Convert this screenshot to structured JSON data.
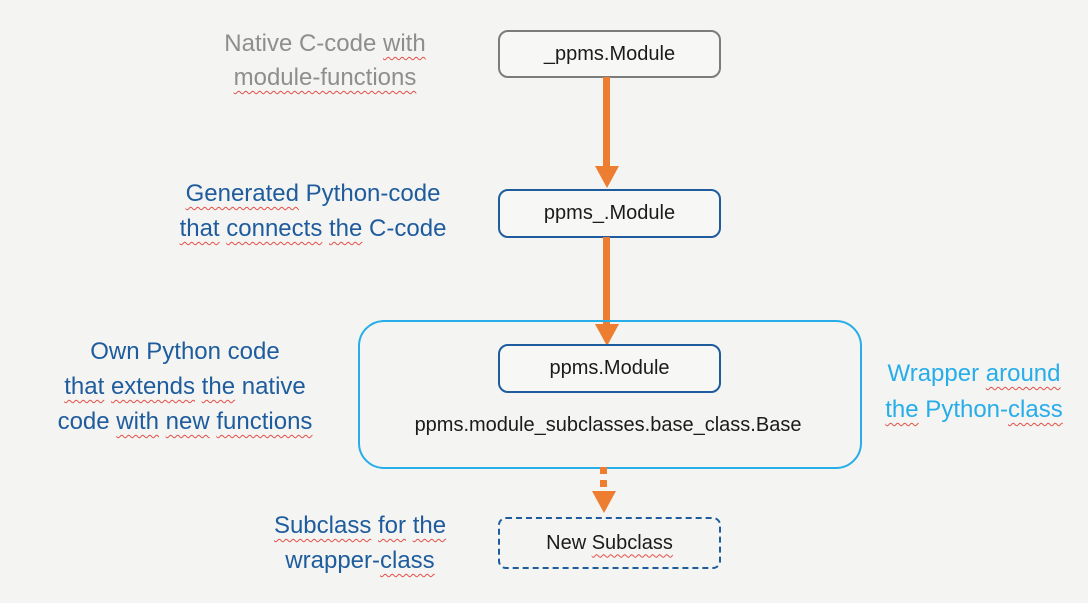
{
  "colors": {
    "background": "#f4f4f2",
    "gray_text": "#8e8e8e",
    "gray_border": "#7c7c7c",
    "blue": "#1e5c9d",
    "cyan": "#27ade9",
    "orange": "#ed7d31",
    "ink": "#1b1b1b",
    "squiggle": "#e34f47",
    "node_fill": "#f7f7f5"
  },
  "nodes": {
    "native_module": {
      "label": "_ppms.Module"
    },
    "generated_module": {
      "label": "ppms_.Module"
    },
    "python_module": {
      "label": "ppms.Module"
    },
    "base_class_path": {
      "label": "ppms.module_subclasses.base_class.Base"
    },
    "new_subclass": {
      "segments": [
        {
          "t": "New ",
          "sq": false
        },
        {
          "t": "Subclass",
          "sq": true
        }
      ]
    }
  },
  "labels": {
    "native_c": {
      "lines": [
        [
          {
            "t": "Native C-code ",
            "sq": false
          },
          {
            "t": "with",
            "sq": true
          }
        ],
        [
          {
            "t": "module-functions",
            "sq": true
          }
        ]
      ]
    },
    "generated_python": {
      "lines": [
        [
          {
            "t": "Generated",
            "sq": true
          },
          {
            "t": " Python-code",
            "sq": false
          }
        ],
        [
          {
            "t": "that",
            "sq": true
          },
          {
            "t": " ",
            "sq": false
          },
          {
            "t": "connects",
            "sq": true
          },
          {
            "t": " ",
            "sq": false
          },
          {
            "t": "the",
            "sq": true
          },
          {
            "t": " C-code",
            "sq": false
          }
        ]
      ]
    },
    "own_python": {
      "lines": [
        [
          {
            "t": "Own Python code",
            "sq": false
          }
        ],
        [
          {
            "t": "that",
            "sq": true
          },
          {
            "t": " ",
            "sq": false
          },
          {
            "t": "extends",
            "sq": true
          },
          {
            "t": " ",
            "sq": false
          },
          {
            "t": "the",
            "sq": true
          },
          {
            "t": " native",
            "sq": false
          }
        ],
        [
          {
            "t": "code ",
            "sq": false
          },
          {
            "t": "with",
            "sq": true
          },
          {
            "t": " ",
            "sq": false
          },
          {
            "t": "new",
            "sq": true
          },
          {
            "t": " ",
            "sq": false
          },
          {
            "t": "functions",
            "sq": true
          }
        ]
      ]
    },
    "wrapper_around": {
      "lines": [
        [
          {
            "t": "Wrapper ",
            "sq": false
          },
          {
            "t": "around",
            "sq": true
          }
        ],
        [
          {
            "t": "the",
            "sq": true
          },
          {
            "t": " Python-",
            "sq": false
          },
          {
            "t": "class",
            "sq": true
          }
        ]
      ]
    },
    "subclass_for": {
      "lines": [
        [
          {
            "t": "Subclass",
            "sq": true
          },
          {
            "t": " ",
            "sq": false
          },
          {
            "t": "for",
            "sq": true
          },
          {
            "t": " ",
            "sq": false
          },
          {
            "t": "the",
            "sq": true
          }
        ],
        [
          {
            "t": "wrapper-",
            "sq": false
          },
          {
            "t": "class",
            "sq": true
          }
        ]
      ]
    }
  }
}
